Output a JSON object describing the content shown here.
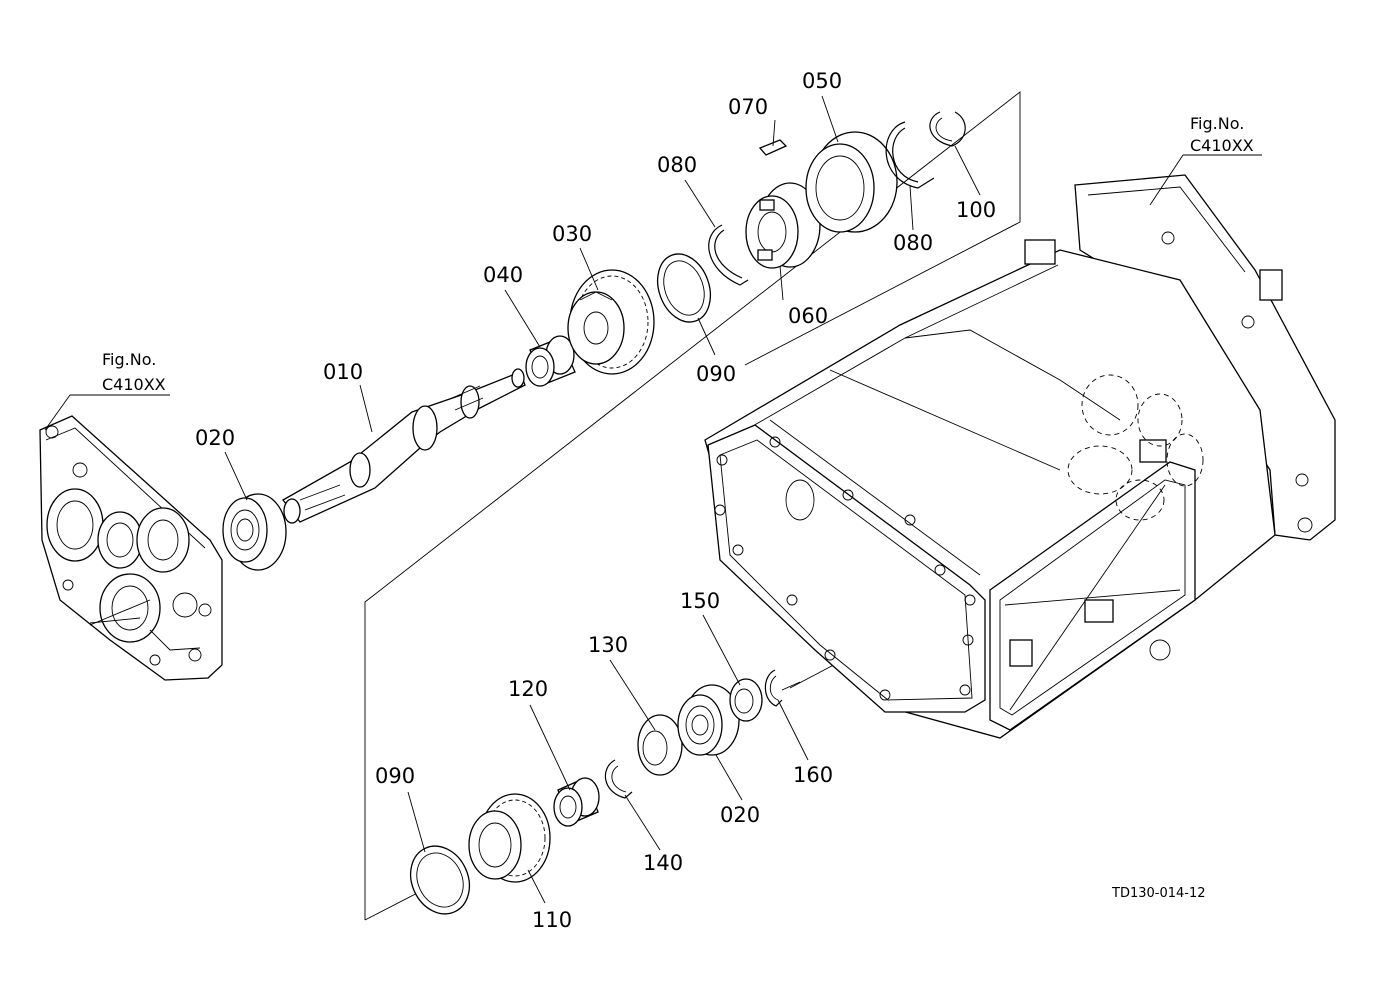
{
  "drawing_code": "TD130-014-12",
  "fig_refs": [
    {
      "line1": "Fig.No.",
      "line2": "C410XX"
    },
    {
      "line1": "Fig.No.",
      "line2": "C410XX"
    }
  ],
  "parts": [
    {
      "label": "010"
    },
    {
      "label": "020"
    },
    {
      "label": "030"
    },
    {
      "label": "040"
    },
    {
      "label": "050"
    },
    {
      "label": "060"
    },
    {
      "label": "070"
    },
    {
      "label": "080"
    },
    {
      "label": "080"
    },
    {
      "label": "090"
    },
    {
      "label": "100"
    },
    {
      "label": "090"
    },
    {
      "label": "110"
    },
    {
      "label": "120"
    },
    {
      "label": "130"
    },
    {
      "label": "140"
    },
    {
      "label": "150"
    },
    {
      "label": "020"
    },
    {
      "label": "160"
    }
  ]
}
